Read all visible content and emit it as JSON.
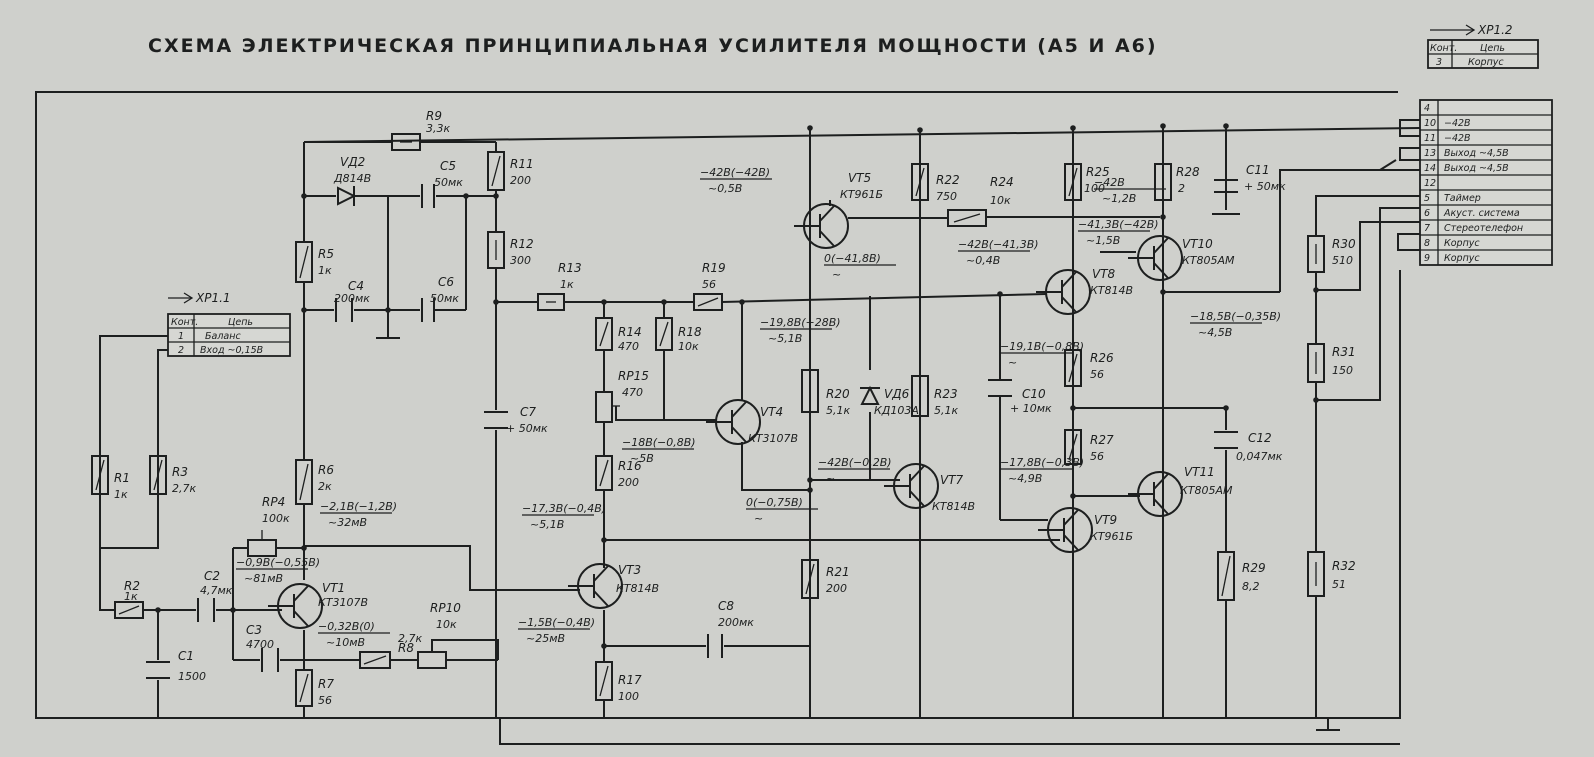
{
  "title": "СХЕМА ЭЛЕКТРИЧЕСКАЯ ПРИНЦИПИАЛЬНАЯ УСИЛИТЕЛЯ МОЩНОСТИ (А5 И А6)",
  "connectors": {
    "xp12": {
      "label": "XP1.2",
      "header": [
        "Конт.",
        "Цепь"
      ],
      "rows": [
        [
          "3",
          "Корпус"
        ]
      ]
    },
    "xp11": {
      "label": "XP1.1",
      "header": [
        "Конт.",
        "Цепь"
      ],
      "rows": [
        [
          "1",
          "Баланс"
        ],
        [
          "2",
          "Вход ~0,15В"
        ]
      ]
    },
    "right_block": {
      "rows": [
        [
          "4",
          ""
        ],
        [
          "10",
          "−42В"
        ],
        [
          "11",
          "−42В"
        ],
        [
          "13",
          "Выход ~4,5В"
        ],
        [
          "14",
          "Выход ~4,5В"
        ],
        [
          "12",
          ""
        ],
        [
          "5",
          "Таймер"
        ],
        [
          "6",
          "Акуст. система"
        ],
        [
          "7",
          "Стереотелефон"
        ],
        [
          "8",
          "Корпус"
        ],
        [
          "9",
          "Корпус"
        ]
      ]
    }
  },
  "components": {
    "R1": {
      "ref": "R1",
      "value": "1к"
    },
    "R2": {
      "ref": "R2",
      "value": "1к"
    },
    "R3": {
      "ref": "R3",
      "value": "2,7к"
    },
    "R5": {
      "ref": "R5",
      "value": "1к"
    },
    "R6": {
      "ref": "R6",
      "value": "2к"
    },
    "R7": {
      "ref": "R7",
      "value": "56"
    },
    "R8": {
      "ref": "R8",
      "value": "2,7к"
    },
    "R9": {
      "ref": "R9",
      "value": "3,3к"
    },
    "R11": {
      "ref": "R11",
      "value": "200"
    },
    "R12": {
      "ref": "R12",
      "value": "300"
    },
    "R13": {
      "ref": "R13",
      "value": "1к"
    },
    "R14": {
      "ref": "R14",
      "value": "470"
    },
    "R16": {
      "ref": "R16",
      "value": "200"
    },
    "R17": {
      "ref": "R17",
      "value": "100"
    },
    "R18": {
      "ref": "R18",
      "value": "10к"
    },
    "R19": {
      "ref": "R19",
      "value": "56"
    },
    "R20": {
      "ref": "R20",
      "value": "5,1к"
    },
    "R21": {
      "ref": "R21",
      "value": "200"
    },
    "R22": {
      "ref": "R22",
      "value": "750"
    },
    "R23": {
      "ref": "R23",
      "value": "5,1к"
    },
    "R24": {
      "ref": "R24",
      "value": "10к"
    },
    "R25": {
      "ref": "R25",
      "value": "100"
    },
    "R26": {
      "ref": "R26",
      "value": "56"
    },
    "R27": {
      "ref": "R27",
      "value": "56"
    },
    "R28": {
      "ref": "R28",
      "value": "2"
    },
    "R29": {
      "ref": "R29",
      "value": "8,2"
    },
    "R30": {
      "ref": "R30",
      "value": "510"
    },
    "R31": {
      "ref": "R31",
      "value": "150"
    },
    "R32": {
      "ref": "R32",
      "value": "51"
    },
    "RP4": {
      "ref": "RP4",
      "value": "100к"
    },
    "RP10": {
      "ref": "RP10",
      "value": "10к"
    },
    "RP15": {
      "ref": "RP15",
      "value": "470"
    },
    "C1": {
      "ref": "C1",
      "value": "1500"
    },
    "C2": {
      "ref": "C2",
      "value": "4,7мк"
    },
    "C3": {
      "ref": "C3",
      "value": "4700"
    },
    "C4": {
      "ref": "C4",
      "value": "200мк"
    },
    "C5": {
      "ref": "C5",
      "value": "50мк"
    },
    "C6": {
      "ref": "C6",
      "value": "50мк"
    },
    "C7": {
      "ref": "C7",
      "value": "+ 50мк"
    },
    "C8": {
      "ref": "C8",
      "value": "200мк"
    },
    "C10": {
      "ref": "C10",
      "value": "+ 10мк"
    },
    "C11": {
      "ref": "C11",
      "value": "+ 50мк"
    },
    "C12": {
      "ref": "C12",
      "value": "0,047мк"
    },
    "VD2": {
      "ref": "VД2",
      "value": "Д814В"
    },
    "VD6": {
      "ref": "VД6",
      "value": "КД103А"
    },
    "VT1": {
      "ref": "VT1",
      "value": "КТ3107В"
    },
    "VT3": {
      "ref": "VT3",
      "value": "КТ814В"
    },
    "VT4": {
      "ref": "VT4",
      "value": "КТ3107В"
    },
    "VT5": {
      "ref": "VT5",
      "value": "КТ961Б"
    },
    "VT7": {
      "ref": "VT7",
      "value": "КТ814В"
    },
    "VT8": {
      "ref": "VT8",
      "value": "КТ814В"
    },
    "VT9": {
      "ref": "VT9",
      "value": "КТ961Б"
    },
    "VT10": {
      "ref": "VT10",
      "value": "КТ805АМ"
    },
    "VT11": {
      "ref": "VT11",
      "value": "КТ805АМ"
    }
  },
  "voltages": {
    "v1": [
      "−42В(−42В)",
      "~0,5В"
    ],
    "v2": [
      "0(−41,8В)",
      "~"
    ],
    "v3": [
      "−42В(−41,3В)",
      "~0,4В"
    ],
    "v4": [
      "−42В",
      "~1,2В"
    ],
    "v5": [
      "−41,3В(−42В)",
      "~1,5В"
    ],
    "v6": [
      "−19,8В(−28В)",
      "~5,1В"
    ],
    "v7": [
      "−18,5В(−0,35В)",
      "~4,5В"
    ],
    "v8": [
      "−19,1В(−0,8В)",
      "~"
    ],
    "v9": [
      "−18В(−0,8В)",
      "~5В"
    ],
    "v10": [
      "−42В(−0,2В)",
      "~"
    ],
    "v11": [
      "0(−0,75В)",
      "~"
    ],
    "v12": [
      "−17,8В(−0,3В)",
      "~4,9В"
    ],
    "v13": [
      "−17,3В(−0,4В)",
      "~5,1В"
    ],
    "v14": [
      "−2,1В(−1,2В)",
      "~32мВ"
    ],
    "v15": [
      "−0,9В(−0,55В)",
      "~81мВ"
    ],
    "v16": [
      "−0,32В(0)",
      "~10мВ"
    ],
    "v17": [
      "−1,5В(−0,4В)",
      "~25мВ"
    ]
  }
}
